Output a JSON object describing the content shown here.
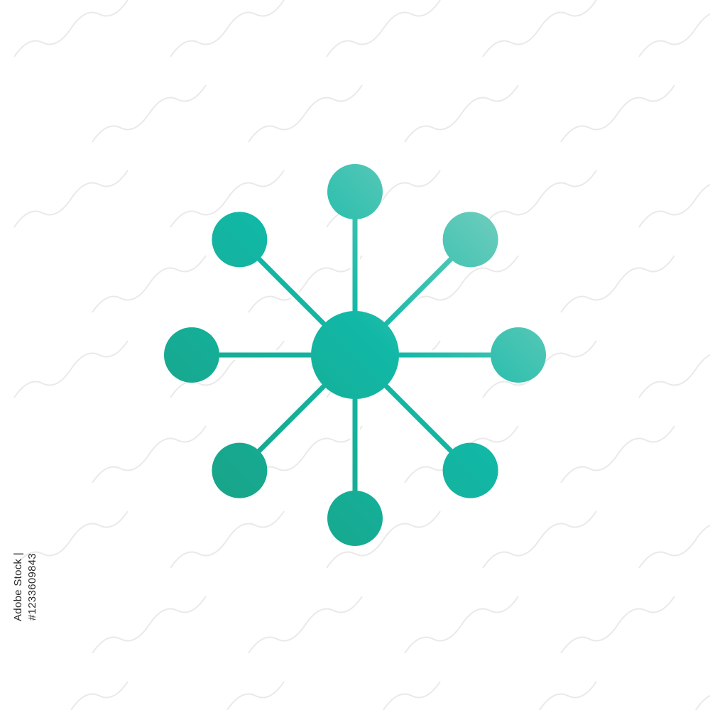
{
  "image": {
    "icon": "network-hub-icon",
    "colors": {
      "background": "#ffffff",
      "teal_dark": "#1a9e80",
      "teal_mid": "#12b8a6",
      "teal_light": "#92d5c6",
      "connector_outline": "#ffffff"
    },
    "satellite_count": 8
  },
  "stock_id": "Adobe Stock | #1233609843",
  "watermark": {
    "text": "Adobe Stock"
  }
}
